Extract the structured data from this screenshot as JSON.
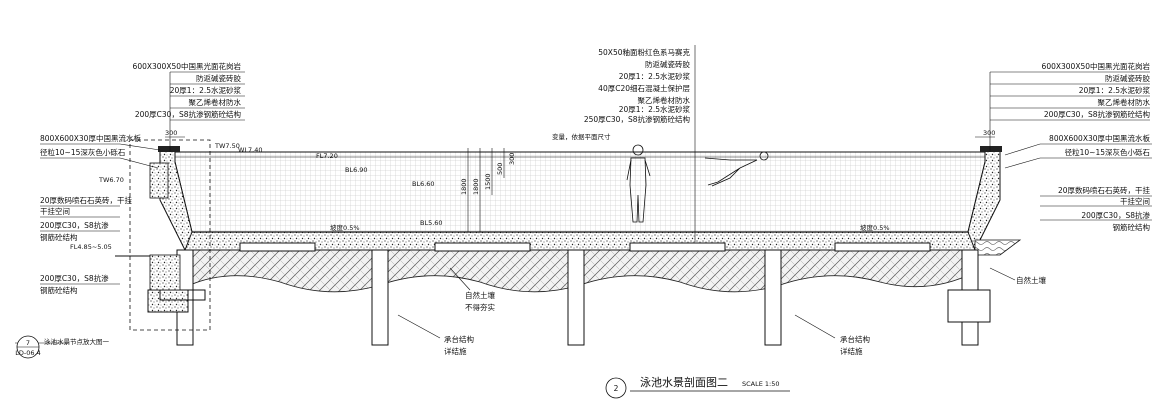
{
  "labels_top_left": [
    "600X300X50中国黑光面花岗岩",
    "防返碱瓷砖胶",
    "20厚1：2.5水泥砂浆",
    "聚乙烯卷材防水",
    "200厚C30，S8抗渗钢筋砼结构"
  ],
  "labels_top_center": [
    "50X50釉面粉红色系马赛克",
    "防返碱瓷砖胶",
    "20厚1：2.5水泥砂浆",
    "40厚C20细石混凝土保护层",
    "聚乙烯卷材防水",
    "20厚1：2.5水泥砂浆",
    "250厚C30，S8抗渗钢筋砼结构"
  ],
  "labels_top_right": [
    "600X300X50中国黑光面花岗岩",
    "防返碱瓷砖胶",
    "20厚1：2.5水泥砂浆",
    "聚乙烯卷材防水",
    "200厚C30，S8抗渗钢筋砼结构"
  ],
  "labels_left_side": [
    "800X600X30厚中国黑流水板",
    "径粒10~15深灰色小砾石",
    "20厚数码喷石石英砖，干挂",
    "干挂空间",
    "200厚C30，S8抗渗",
    "钢筋砼结构",
    "200厚C30，S8抗渗",
    "钢筋砼结构"
  ],
  "labels_right_side": [
    "800X600X30厚中国黑流水板",
    "径粒10~15深灰色小砾石",
    "20厚数码喷石石英砖，干挂",
    "干挂空间",
    "200厚C30，S8抗渗",
    "钢筋砼结构",
    "自然土壤"
  ],
  "levels": {
    "tw_left": "TW7.50",
    "wl": "WL7.40",
    "fl_near": "FL7.20",
    "bl1": "BL6.90",
    "bl2": "BL6.60",
    "bl3": "BL5.60",
    "tw_side": "TW6.70",
    "fl_low": "FL4.85~5.05"
  },
  "dims": {
    "left_width": "300",
    "right_width": "300",
    "center_note": "变量，依据平面尺寸",
    "d1": "1800",
    "d2": "1800",
    "d3": "1500",
    "d4": "500",
    "d5": "300",
    "slope_left": "坡度0.5%",
    "slope_right": "坡度0.5%"
  },
  "soil": {
    "natural_soil": "自然土壤",
    "compact": "不得夯实",
    "right_soil": "自然土壤"
  },
  "pile_notes": [
    {
      "line1": "承台结构",
      "line2": "详结施"
    },
    {
      "line1": "承台结构",
      "line2": "详结施"
    }
  ],
  "callout": {
    "number": "7",
    "sheet": "LD-06.4",
    "text": "泳池水景节点放大图一"
  },
  "drawing_title": {
    "number": "2",
    "name": "泳池水景剖面图二",
    "scale": "SCALE 1:50"
  }
}
